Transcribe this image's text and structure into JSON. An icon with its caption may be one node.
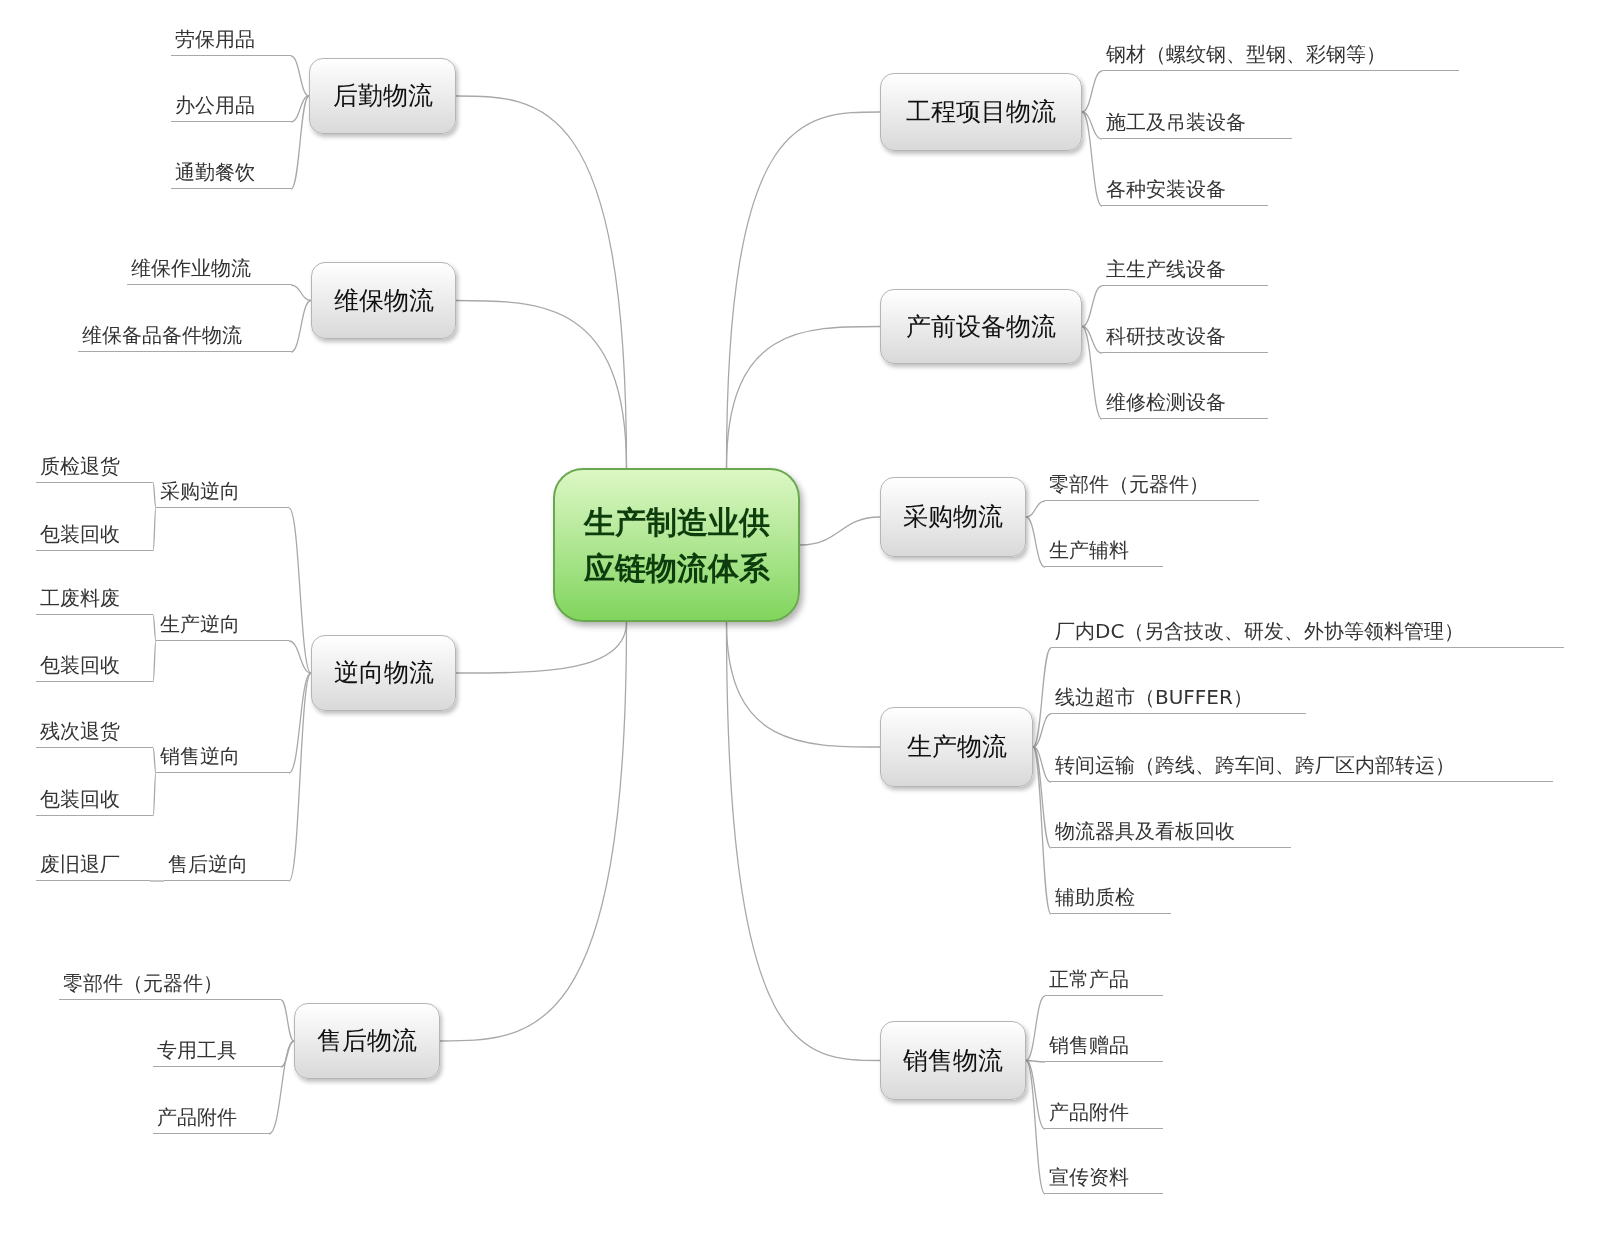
{
  "diagram": {
    "nodes": [
      {
        "text": [
          "生产制造业供应链物流体系"
        ]
      },
      {
        "text": [
          "后勤物流"
        ]
      },
      {
        "text": [
          "劳保用品"
        ]
      },
      {
        "text": [
          "办公用品"
        ]
      },
      {
        "text": [
          "通勤餐饮"
        ]
      },
      {
        "text": [
          "维保物流"
        ]
      },
      {
        "text": [
          "维保作业物流"
        ]
      },
      {
        "text": [
          "维保备品备件物流"
        ]
      },
      {
        "text": [
          "逆向物流"
        ]
      },
      {
        "text": [
          "采购逆向"
        ]
      },
      {
        "text": [
          "质检退货"
        ]
      },
      {
        "text": [
          "包装回收"
        ]
      },
      {
        "text": [
          "生产逆向"
        ]
      },
      {
        "text": [
          "工废料废"
        ]
      },
      {
        "text": [
          "包装回收"
        ]
      },
      {
        "text": [
          "销售逆向"
        ]
      },
      {
        "text": [
          "残次退货"
        ]
      },
      {
        "text": [
          "包装回收"
        ]
      },
      {
        "text": [
          "售后逆向"
        ]
      },
      {
        "text": [
          "废旧退厂"
        ]
      },
      {
        "text": [
          "售后物流"
        ]
      },
      {
        "text": [
          "零部件（元器件）"
        ]
      },
      {
        "text": [
          "专用工具"
        ]
      },
      {
        "text": [
          "产品附件"
        ]
      },
      {
        "text": [
          "工程项目物流"
        ]
      },
      {
        "text": [
          "钢材（螺纹钢、型钢、彩钢等）"
        ]
      },
      {
        "text": [
          "施工及吊装设备"
        ]
      },
      {
        "text": [
          "各种安装设备"
        ]
      },
      {
        "text": [
          "产前设备物流"
        ]
      },
      {
        "text": [
          "主生产线设备"
        ]
      },
      {
        "text": [
          "科研技改设备"
        ]
      },
      {
        "text": [
          "维修检测设备"
        ]
      },
      {
        "text": [
          "采购物流"
        ]
      },
      {
        "text": [
          "零部件（元器件）"
        ]
      },
      {
        "text": [
          "生产辅料"
        ]
      },
      {
        "text": [
          "生产物流"
        ]
      },
      {
        "text": [
          "厂内DC（另含技改、研发、外协等领料管理）"
        ]
      },
      {
        "text": [
          "线边超市（BUFFER）"
        ]
      },
      {
        "text": [
          "转间运输（跨线、跨车间、跨厂区内部转运）"
        ]
      },
      {
        "text": [
          "物流器具及看板回收"
        ]
      },
      {
        "text": [
          "辅助质检"
        ]
      },
      {
        "text": [
          "销售物流"
        ]
      },
      {
        "text": [
          "正常产品"
        ]
      },
      {
        "text": [
          "销售赠品"
        ]
      },
      {
        "text": [
          "产品附件"
        ]
      },
      {
        "text": [
          "宣传资料"
        ]
      }
    ],
    "edges": [
      {
        "from": 0,
        "to": 1,
        "arrow": "none"
      },
      {
        "from": 1,
        "to": 2,
        "arrow": "none"
      },
      {
        "from": 1,
        "to": 3,
        "arrow": "none"
      },
      {
        "from": 1,
        "to": 4,
        "arrow": "none"
      },
      {
        "from": 0,
        "to": 5,
        "arrow": "none"
      },
      {
        "from": 5,
        "to": 6,
        "arrow": "none"
      },
      {
        "from": 5,
        "to": 7,
        "arrow": "none"
      },
      {
        "from": 0,
        "to": 8,
        "arrow": "none"
      },
      {
        "from": 8,
        "to": 9,
        "arrow": "none"
      },
      {
        "from": 9,
        "to": 10,
        "arrow": "none"
      },
      {
        "from": 9,
        "to": 11,
        "arrow": "none"
      },
      {
        "from": 8,
        "to": 12,
        "arrow": "none"
      },
      {
        "from": 12,
        "to": 13,
        "arrow": "none"
      },
      {
        "from": 12,
        "to": 14,
        "arrow": "none"
      },
      {
        "from": 8,
        "to": 15,
        "arrow": "none"
      },
      {
        "from": 15,
        "to": 16,
        "arrow": "none"
      },
      {
        "from": 15,
        "to": 17,
        "arrow": "none"
      },
      {
        "from": 8,
        "to": 18,
        "arrow": "none"
      },
      {
        "from": 18,
        "to": 19,
        "arrow": "none"
      },
      {
        "from": 0,
        "to": 20,
        "arrow": "none"
      },
      {
        "from": 20,
        "to": 21,
        "arrow": "none"
      },
      {
        "from": 20,
        "to": 22,
        "arrow": "none"
      },
      {
        "from": 20,
        "to": 23,
        "arrow": "none"
      },
      {
        "from": 0,
        "to": 24,
        "arrow": "none"
      },
      {
        "from": 24,
        "to": 25,
        "arrow": "none"
      },
      {
        "from": 24,
        "to": 26,
        "arrow": "none"
      },
      {
        "from": 24,
        "to": 27,
        "arrow": "none"
      },
      {
        "from": 0,
        "to": 28,
        "arrow": "none"
      },
      {
        "from": 28,
        "to": 29,
        "arrow": "none"
      },
      {
        "from": 28,
        "to": 30,
        "arrow": "none"
      },
      {
        "from": 28,
        "to": 31,
        "arrow": "none"
      },
      {
        "from": 0,
        "to": 32,
        "arrow": "none"
      },
      {
        "from": 32,
        "to": 33,
        "arrow": "none"
      },
      {
        "from": 32,
        "to": 34,
        "arrow": "none"
      },
      {
        "from": 0,
        "to": 35,
        "arrow": "none"
      },
      {
        "from": 35,
        "to": 36,
        "arrow": "none"
      },
      {
        "from": 35,
        "to": 37,
        "arrow": "none"
      },
      {
        "from": 35,
        "to": 38,
        "arrow": "none"
      },
      {
        "from": 35,
        "to": 39,
        "arrow": "none"
      },
      {
        "from": 35,
        "to": 40,
        "arrow": "none"
      },
      {
        "from": 0,
        "to": 41,
        "arrow": "none"
      },
      {
        "from": 41,
        "to": 42,
        "arrow": "none"
      },
      {
        "from": 41,
        "to": 43,
        "arrow": "none"
      },
      {
        "from": 41,
        "to": 44,
        "arrow": "none"
      },
      {
        "from": 41,
        "to": 45,
        "arrow": "none"
      }
    ]
  }
}
